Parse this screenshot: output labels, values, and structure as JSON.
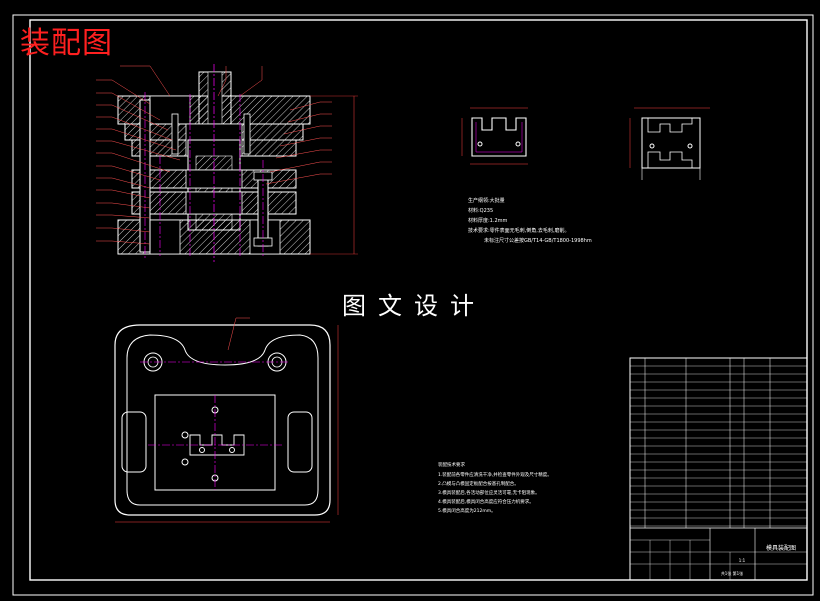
{
  "drawing_title": "装配图",
  "watermark": "图文设计",
  "production_notes": {
    "heading": "生产纲领:大批量",
    "material": "材料:Q235",
    "thickness": "材料厚度:1.2mm",
    "process": "技术要求:零件表面无毛刺,倒角,去毛刺,磨削。",
    "tolerance": "未标注尺寸公差按GB/T14-GB/T1800-1998hm"
  },
  "tech_requirements": {
    "heading": "装配技术要求",
    "items": [
      "1.装配前各零件应清洗干净,并检查零件外观及尺寸精度。",
      "2.凸模与凸模固定板配合按基孔制配合。",
      "3.模具装配后,各活动部位应灵活可靠,无卡阻现象。",
      "4.模具装配后,模具闭合高度应符合压力机要求。",
      "5.模具闭合高度为212mm。"
    ]
  },
  "title_block": {
    "part_name": "模具装配图",
    "scale": "1:1",
    "sheet": "共1张 第1张"
  },
  "colors": {
    "background": "#000000",
    "outline": "#ffffff",
    "centerline": "#ff00ff",
    "hatch": "#ffffff",
    "dimension": "#ff4040",
    "title_red": "#ff2020",
    "leader": "#ff5050"
  }
}
